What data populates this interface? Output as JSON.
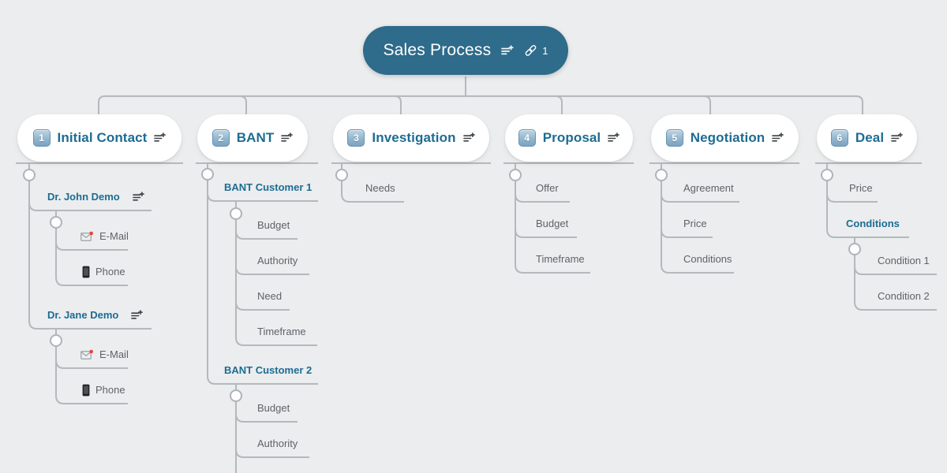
{
  "root": {
    "label": "Sales Process",
    "link_count": "1",
    "has_notes": true
  },
  "branches": [
    {
      "badge": "1",
      "label": "Initial Contact",
      "has_notes": true,
      "children": [
        {
          "label": "Dr. John Demo",
          "has_notes": true,
          "children": [
            {
              "label": "E-Mail",
              "icon": "email-icon"
            },
            {
              "label": "Phone",
              "icon": "phone-icon"
            }
          ]
        },
        {
          "label": "Dr. Jane Demo",
          "has_notes": true,
          "children": [
            {
              "label": "E-Mail",
              "icon": "email-icon"
            },
            {
              "label": "Phone",
              "icon": "phone-icon"
            }
          ]
        }
      ]
    },
    {
      "badge": "2",
      "label": "BANT",
      "has_notes": true,
      "children": [
        {
          "label": "BANT Customer 1",
          "children": [
            {
              "label": "Budget"
            },
            {
              "label": "Authority"
            },
            {
              "label": "Need"
            },
            {
              "label": "Timeframe"
            }
          ]
        },
        {
          "label": "BANT Customer 2",
          "children": [
            {
              "label": "Budget"
            },
            {
              "label": "Authority"
            }
          ]
        }
      ]
    },
    {
      "badge": "3",
      "label": "Investigation",
      "has_notes": true,
      "children": [
        {
          "label": "Needs"
        }
      ]
    },
    {
      "badge": "4",
      "label": "Proposal",
      "has_notes": true,
      "children": [
        {
          "label": "Offer"
        },
        {
          "label": "Budget"
        },
        {
          "label": "Timeframe"
        }
      ]
    },
    {
      "badge": "5",
      "label": "Negotiation",
      "has_notes": true,
      "children": [
        {
          "label": "Agreement"
        },
        {
          "label": "Price"
        },
        {
          "label": "Conditions"
        }
      ]
    },
    {
      "badge": "6",
      "label": "Deal",
      "has_notes": true,
      "children": [
        {
          "label": "Price"
        },
        {
          "label": "Conditions",
          "children": [
            {
              "label": "Condition 1"
            },
            {
              "label": "Condition 2"
            }
          ]
        }
      ]
    }
  ],
  "icons": {
    "notes": "notes-add-icon",
    "link": "link-icon",
    "email": "email-icon",
    "phone": "phone-icon",
    "collapse": "collapse-toggle"
  },
  "colors": {
    "canvas_bg": "#ebedee",
    "root_bg": "#2f6b8a",
    "root_text": "#ffffff",
    "node_text": "#1d6c93",
    "leaf_text": "#5f6368",
    "line": "#b3b9bc",
    "badge_top": "#bdd5e4",
    "badge_bottom": "#7ba3c1",
    "email_dot": "#e94335"
  }
}
